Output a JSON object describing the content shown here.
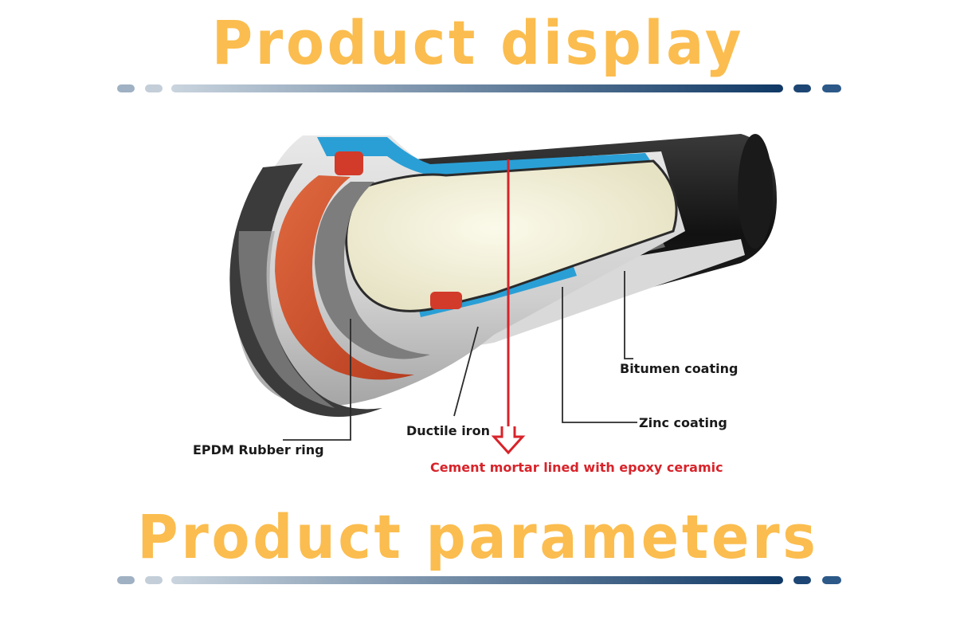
{
  "colors": {
    "heading": "#fbbd4f",
    "divider_light": "#c9d4de",
    "divider_dark": "#0f3865",
    "highlight": "#d8232a",
    "coating_blue": "#2a9fd6",
    "rubber": "#d4512c",
    "iron": "#8d8d8d",
    "mortar": "#f3f1da",
    "bitumen": "#1b1b1b"
  },
  "headings": {
    "display": "Product display",
    "parameters": "Product parameters"
  },
  "diagram": {
    "labels": {
      "bitumen": "Bitumen coating",
      "zinc": "Zinc coating",
      "ductile_iron": "Ductile iron",
      "rubber_ring": "EPDM Rubber ring",
      "cement_lining": "Cement mortar lined with epoxy ceramic"
    }
  }
}
